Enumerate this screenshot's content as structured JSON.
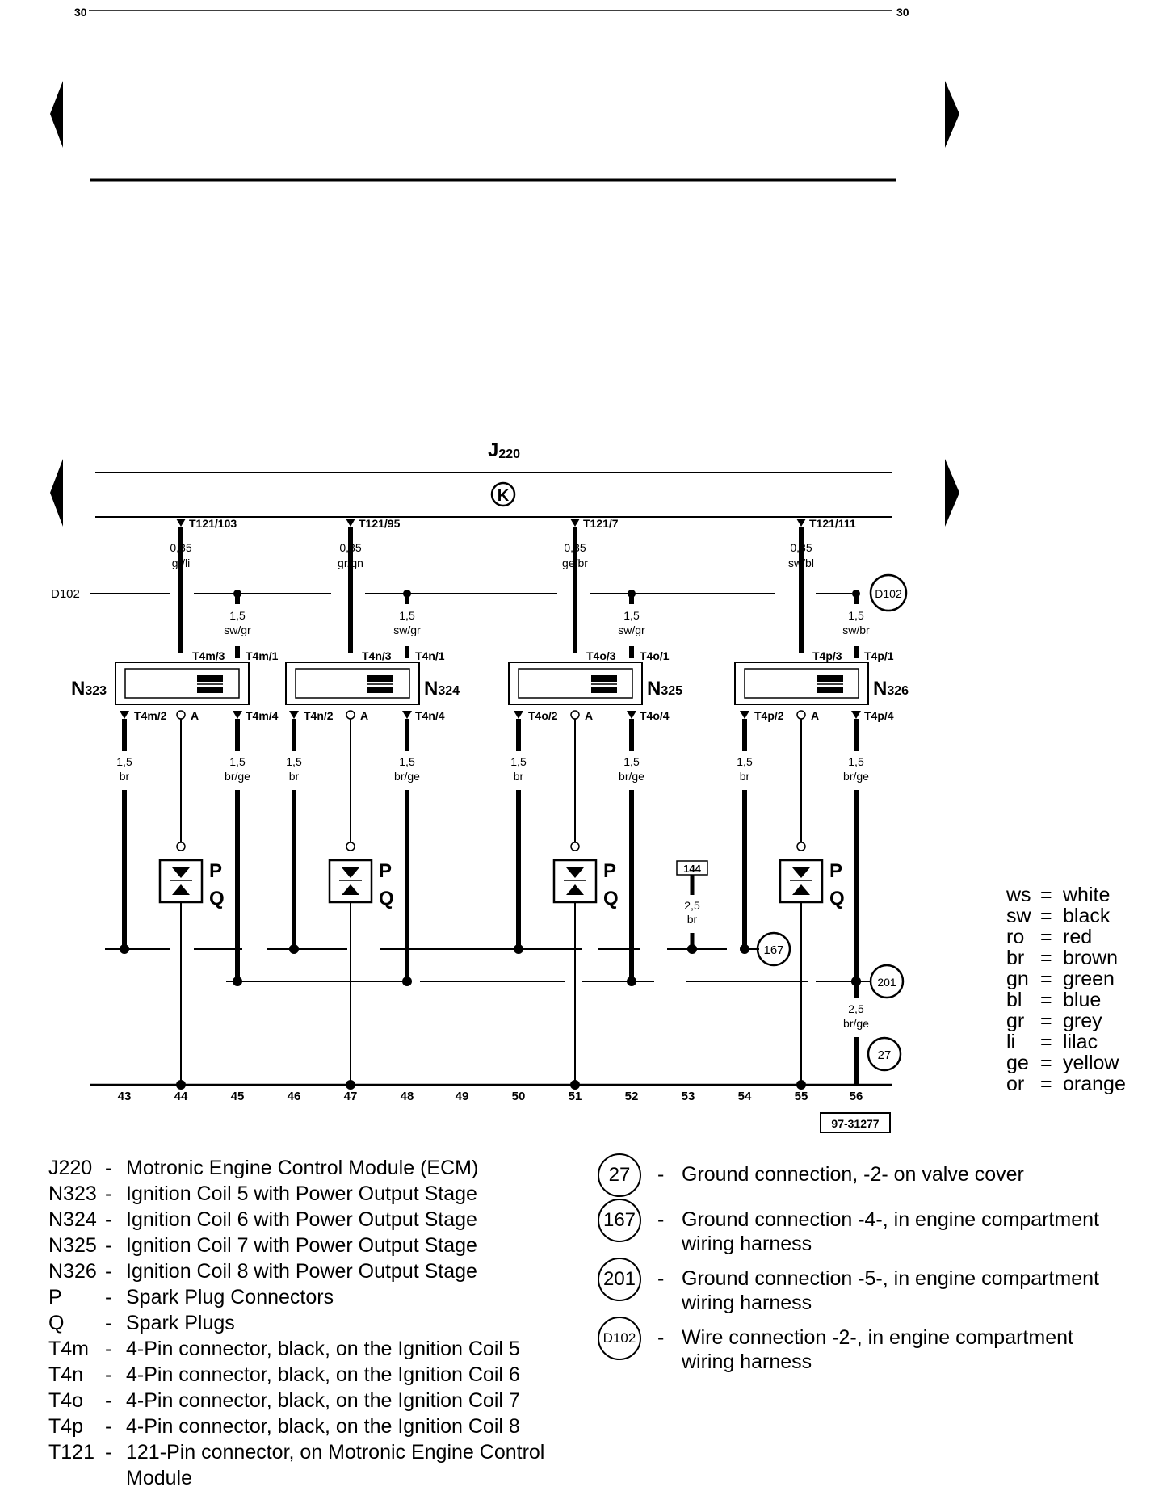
{
  "page_number_left": "30",
  "page_number_right": "30",
  "ecm_label": "J",
  "ecm_sub": "220",
  "ecm_symbol": "K",
  "diagram_id": "97-31277",
  "wire_connection_label": "D102",
  "ecm_pins": [
    {
      "pin": "T121/103",
      "size": "0,35",
      "color": "gr/li"
    },
    {
      "pin": "T121/95",
      "size": "0,35",
      "color": "gr/gn"
    },
    {
      "pin": "T121/7",
      "size": "0,35",
      "color": "ge/br"
    },
    {
      "pin": "T121/111",
      "size": "0,35",
      "color": "sw/bl"
    }
  ],
  "coils": [
    {
      "name": "N",
      "sub": "323",
      "pin3": "T4m/3",
      "pin1": "T4m/1",
      "pin2": "T4m/2",
      "pin4": "T4m/4",
      "feed_size": "1,5",
      "feed_color": "sw/gr",
      "gnd_size": "1,5",
      "gnd_color": "br",
      "ret_size": "1,5",
      "ret_color": "br/ge"
    },
    {
      "name": "N",
      "sub": "324",
      "pin3": "T4n/3",
      "pin1": "T4n/1",
      "pin2": "T4n/2",
      "pin4": "T4n/4",
      "feed_size": "1,5",
      "feed_color": "sw/gr",
      "gnd_size": "1,5",
      "gnd_color": "br",
      "ret_size": "1,5",
      "ret_color": "br/ge"
    },
    {
      "name": "N",
      "sub": "325",
      "pin3": "T4o/3",
      "pin1": "T4o/1",
      "pin2": "T4o/2",
      "pin4": "T4o/4",
      "feed_size": "1,5",
      "feed_color": "sw/gr",
      "gnd_size": "1,5",
      "gnd_color": "br",
      "ret_size": "1,5",
      "ret_color": "br/ge"
    },
    {
      "name": "N",
      "sub": "326",
      "pin3": "T4p/3",
      "pin1": "T4p/1",
      "pin2": "T4p/2",
      "pin4": "T4p/4",
      "feed_size": "1,5",
      "feed_color": "sw/br",
      "gnd_size": "1,5",
      "gnd_color": "br",
      "ret_size": "1,5",
      "ret_color": "br/ge"
    }
  ],
  "pin_a_label": "A",
  "plug_p": "P",
  "plug_q": "Q",
  "ground_144": {
    "label": "144",
    "size": "2,5",
    "color": "br"
  },
  "ground_201_wire": {
    "size": "2,5",
    "color": "br/ge"
  },
  "ground_circles": [
    "167",
    "201",
    "27",
    "D102"
  ],
  "tracks": [
    "43",
    "44",
    "45",
    "46",
    "47",
    "48",
    "49",
    "50",
    "51",
    "52",
    "53",
    "54",
    "55",
    "56"
  ],
  "color_legend": [
    {
      "abbr": "ws",
      "name": "white"
    },
    {
      "abbr": "sw",
      "name": "black"
    },
    {
      "abbr": "ro",
      "name": "red"
    },
    {
      "abbr": "br",
      "name": "brown"
    },
    {
      "abbr": "gn",
      "name": "green"
    },
    {
      "abbr": "bl",
      "name": "blue"
    },
    {
      "abbr": "gr",
      "name": "grey"
    },
    {
      "abbr": "li",
      "name": "lilac"
    },
    {
      "abbr": "ge",
      "name": "yellow"
    },
    {
      "abbr": "or",
      "name": "orange"
    }
  ],
  "component_legend": [
    {
      "code": "J220",
      "dash": "-",
      "text": "Motronic Engine Control Module (ECM)"
    },
    {
      "code": "N323",
      "dash": "-",
      "text": "Ignition Coil 5 with Power Output Stage"
    },
    {
      "code": "N324",
      "dash": "-",
      "text": "Ignition Coil 6 with Power Output Stage"
    },
    {
      "code": "N325",
      "dash": "-",
      "text": "Ignition Coil 7 with Power Output Stage"
    },
    {
      "code": "N326",
      "dash": "-",
      "text": "Ignition Coil 8 with Power Output Stage"
    },
    {
      "code": "P",
      "dash": "-",
      "text": "Spark Plug Connectors"
    },
    {
      "code": "Q",
      "dash": "-",
      "text": "Spark Plugs"
    },
    {
      "code": "T4m",
      "dash": "-",
      "text": "4-Pin connector, black, on the Ignition Coil 5"
    },
    {
      "code": "T4n",
      "dash": "-",
      "text": "4-Pin connector, black, on the Ignition Coil 6"
    },
    {
      "code": "T4o",
      "dash": "-",
      "text": "4-Pin connector, black, on the Ignition Coil 7"
    },
    {
      "code": "T4p",
      "dash": "-",
      "text": "4-Pin connector, black, on the Ignition Coil 8"
    },
    {
      "code": "T121",
      "dash": "-",
      "text": "121-Pin connector, on Motronic Engine Control Module"
    }
  ],
  "ground_legend": [
    {
      "circle": "27",
      "dash": "-",
      "text": "Ground connection, -2- on valve cover"
    },
    {
      "circle": "167",
      "dash": "-",
      "text": "Ground connection -4-, in engine compartment wiring harness"
    },
    {
      "circle": "201",
      "dash": "-",
      "text": "Ground connection -5-, in engine compartment wiring harness"
    },
    {
      "circle": "D102",
      "dash": "-",
      "text": "Wire connection -2-, in engine compartment wiring harness"
    }
  ]
}
